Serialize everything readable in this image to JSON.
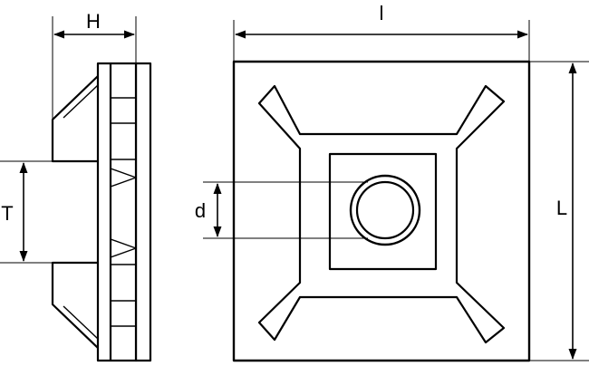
{
  "labels": {
    "height": "H",
    "length_small": "l",
    "length_large": "L",
    "thickness": "T",
    "diameter": "d"
  },
  "colors": {
    "stroke": "#000000",
    "background": "#ffffff"
  }
}
